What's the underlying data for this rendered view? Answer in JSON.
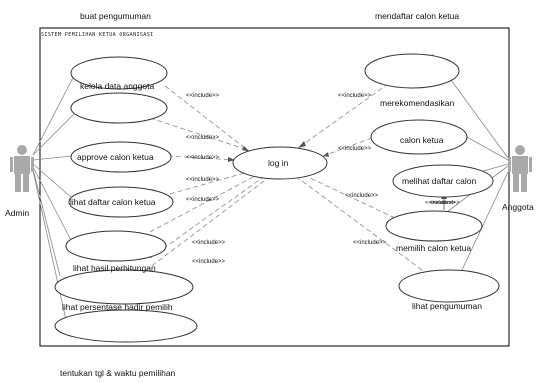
{
  "system": {
    "title": "SISTEM PEMILIHAN KETUA ORGANISASI"
  },
  "actors": {
    "admin": "Admin",
    "anggota": "Anggota"
  },
  "use_cases": {
    "buat_pengumuman": "buat pengumuman",
    "kelola_data_anggota": "kelola data anggota",
    "approve_calon_ketua": "approve calon ketua",
    "lihat_daftar_calon_ketua": "lihat daftar calon ketua",
    "lihat_hasil_perhitungan": "lihat hasil perhitungan",
    "lihat_persentase_hadir_pemilih": "lihat persentase hadir pemilih",
    "tentukan_tgl_waktu": "tentukan tgl & waktu pemilihan",
    "log_in": "log in",
    "mendaftar_calon_ketua": "mendaftar calon ketua",
    "merekomendasikan": "merekomendasikan",
    "calon_ketua": "calon ketua",
    "melihat_daftar_calon": "melihat daftar calon",
    "memilih_calon_ketua": "memilih calon ketua",
    "lihat_pengumuman": "lihat pengumuman"
  },
  "relations": {
    "include": "<<include>>",
    "extend": "<<extend>>"
  }
}
